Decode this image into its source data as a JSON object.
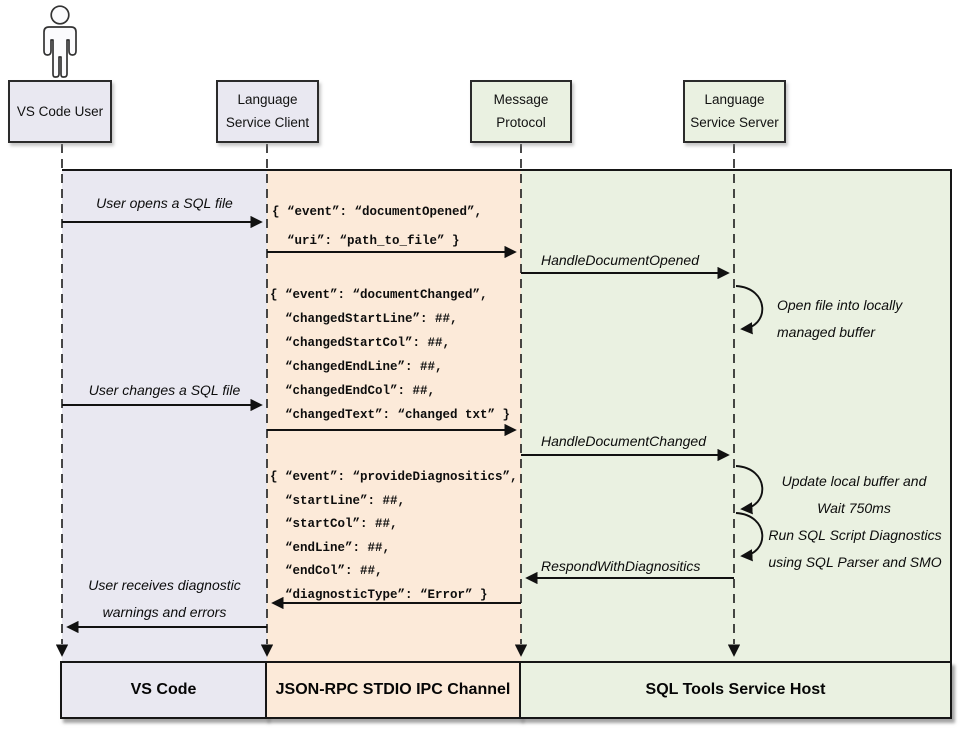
{
  "palette": {
    "lavender": "#e9e8f1",
    "peach": "#fcead9",
    "green": "#eaf1e1",
    "line": "#161616"
  },
  "actors": {
    "user": {
      "label": "VS Code User"
    },
    "client": {
      "line1": "Language",
      "line2": "Service Client"
    },
    "protocol": {
      "line1": "Message",
      "line2": "Protocol"
    },
    "server": {
      "line1": "Language",
      "line2": "Service Server"
    }
  },
  "messages": {
    "open_file": "User opens a SQL file",
    "handle_document_opened": "HandleDocumentOpened",
    "change_file": "User changes a SQL file",
    "handle_document_changed": "HandleDocumentChanged",
    "respond_with_diagnostics": "RespondWithDiagnositics",
    "receive_line1": "User receives diagnostic",
    "receive_line2": "warnings and errors"
  },
  "notes": {
    "open_buffer": {
      "line1": "Open file into locally",
      "line2": "managed buffer"
    },
    "update_buffer": {
      "line1": "Update local buffer and",
      "line2": "Wait 750ms"
    },
    "run_diagnostics": {
      "line1": "Run SQL Script Diagnostics",
      "line2": "using SQL Parser and SMO"
    }
  },
  "payloads": {
    "document_opened": {
      "l1": "{ “event”: “documentOpened”,",
      "l2": "  “uri”: “path_to_file” }"
    },
    "document_changed": {
      "l1": "{ “event”: “documentChanged”,",
      "l2": "  “changedStartLine”: ##,",
      "l3": "  “changedStartCol”: ##,",
      "l4": "  “changedEndLine”: ##,",
      "l5": "  “changedEndCol”: ##,",
      "l6": "  “changedText”: “changed txt” }"
    },
    "provide_diagnostics": {
      "l1": "{ “event”: “provideDiagnositics”,",
      "l2": "  “startLine”: ##,",
      "l3": "  “startCol”: ##,",
      "l4": "  “endLine”: ##,",
      "l5": "  “endCol”: ##,",
      "l6": "  “diagnosticType”: “Error” }"
    }
  },
  "footers": {
    "vscode": "VS Code",
    "ipc": "JSON-RPC STDIO IPC Channel",
    "host": "SQL Tools Service Host"
  }
}
